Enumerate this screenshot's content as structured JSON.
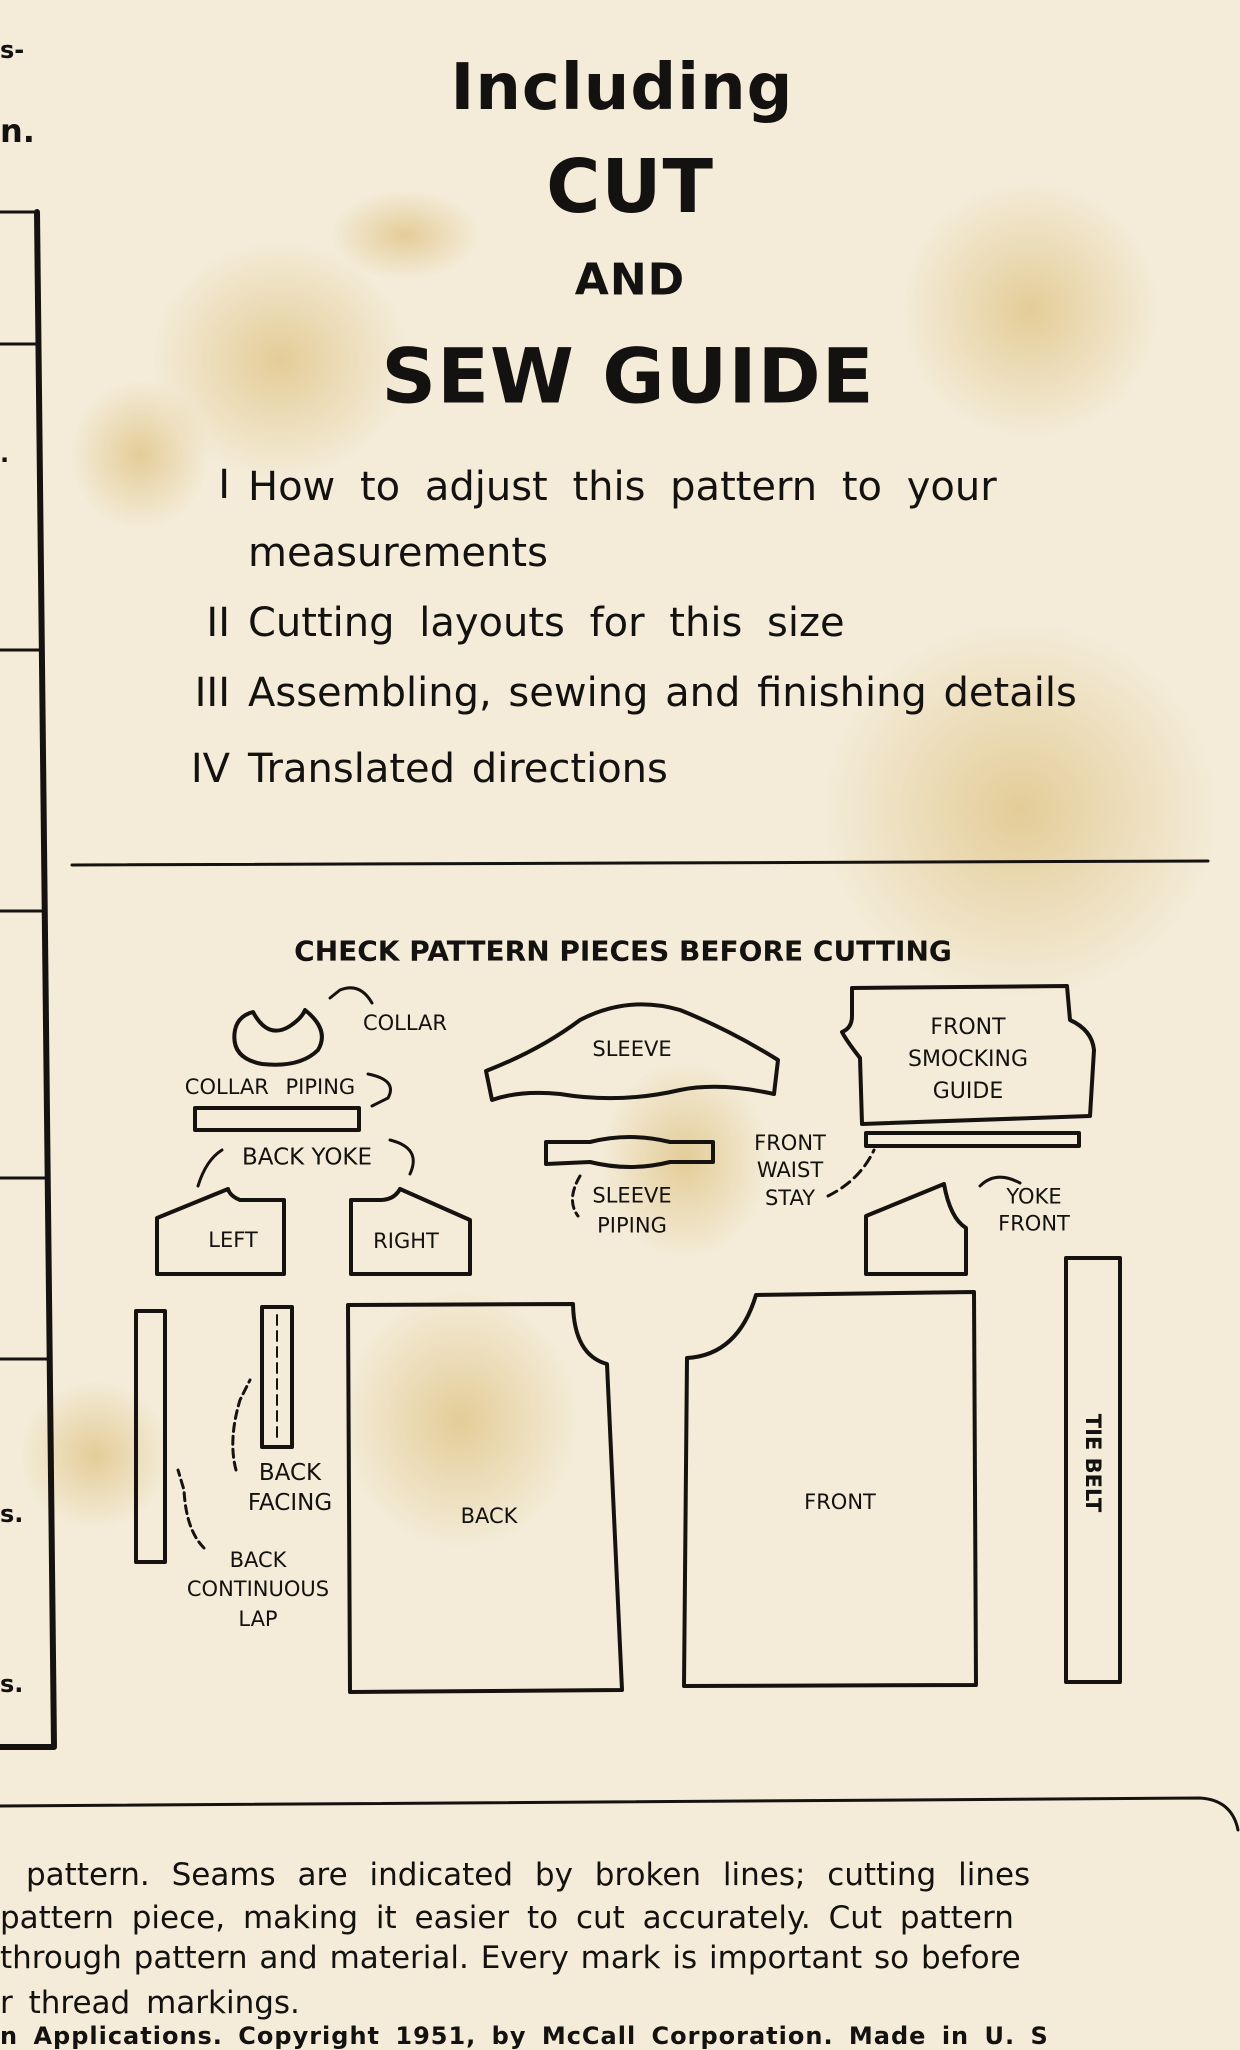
{
  "margin_fragments": [
    "s-",
    "n.",
    ".",
    "s.",
    "s."
  ],
  "header": {
    "line1": "Including",
    "line2": "CUT",
    "line3": "AND",
    "line4": "SEW GUIDE"
  },
  "contents": [
    {
      "num": "I",
      "text": "How to adjust this pattern to your measurements"
    },
    {
      "num": "II",
      "text": "Cutting layouts for this size"
    },
    {
      "num": "III",
      "text": "Assembling, sewing and finishing details"
    },
    {
      "num": "IV",
      "text": "Translated directions"
    }
  ],
  "pieces_heading": "CHECK PATTERN PIECES BEFORE CUTTING",
  "pieces": {
    "collar": "COLLAR",
    "collar_piping": "COLLAR PIPING",
    "back_yoke": "BACK YOKE",
    "left": "LEFT",
    "right": "RIGHT",
    "sleeve": "SLEEVE",
    "sleeve_piping": [
      "SLEEVE",
      "PIPING"
    ],
    "front_smocking_guide": [
      "FRONT",
      "SMOCKING",
      "GUIDE"
    ],
    "front_waist_stay": [
      "FRONT",
      "WAIST",
      "STAY"
    ],
    "yoke_front": [
      "YOKE",
      "FRONT"
    ],
    "tie_belt": "TIE BELT",
    "back_facing": [
      "BACK",
      "FACING"
    ],
    "back_continuous_lap": [
      "BACK",
      "CONTINUOUS",
      "LAP"
    ],
    "back": "BACK",
    "front": "FRONT"
  },
  "bottom_text": [
    "pattern.  Seams are indicated by broken lines; cutting lines",
    "pattern piece, making it easier to cut accurately.  Cut pattern",
    "through pattern and material. Every mark is important so before",
    "r thread markings.",
    "n Applications.  Copyright 1951, by McCall Corporation.  Made in U. S"
  ]
}
